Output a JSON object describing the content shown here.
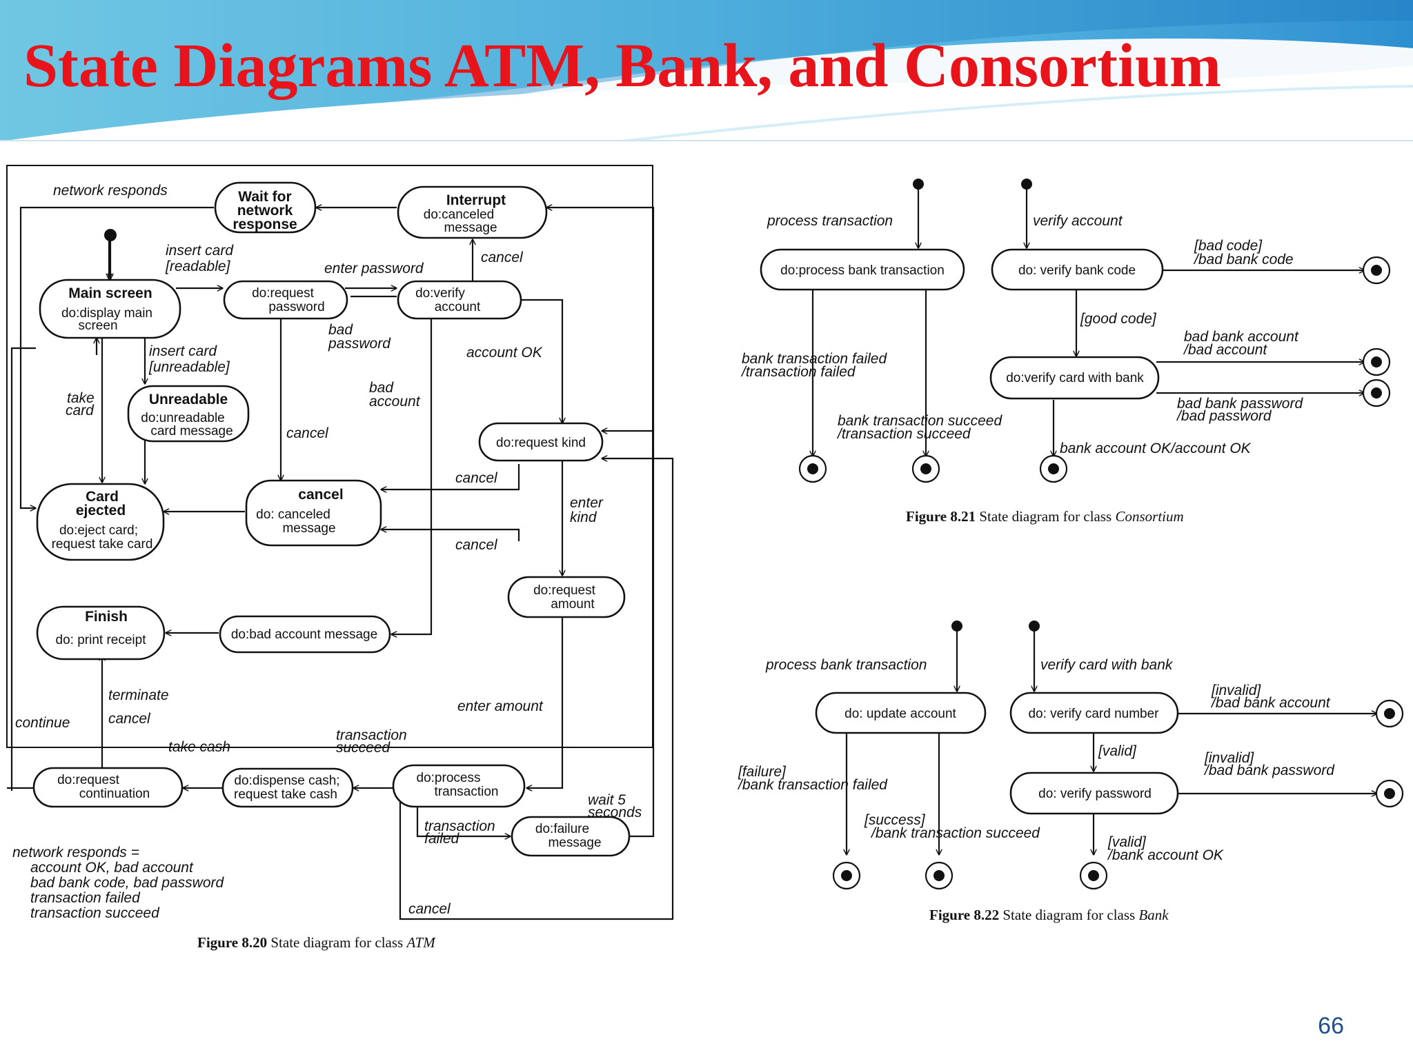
{
  "slide": {
    "title": "State Diagrams ATM, Bank, and Consortium",
    "page_number": "66",
    "accent_color": "#e8141b",
    "header_colors": [
      "#8fe3ef",
      "#3fa3d8",
      "#ffffff"
    ]
  },
  "atm": {
    "states": {
      "wait": [
        "Wait for",
        "network",
        "response"
      ],
      "interrupt": {
        "name": "Interrupt",
        "activity": [
          "do:canceled",
          "message"
        ]
      },
      "main": {
        "name": "Main screen",
        "activity": [
          "do:display main",
          "screen"
        ]
      },
      "req_pwd": [
        "do:request",
        "password"
      ],
      "verify_acc": [
        "do:verify",
        "account"
      ],
      "unreadable": {
        "name": "Unreadable",
        "activity": [
          "do:unreadable",
          "card message"
        ]
      },
      "req_kind": "do:request kind",
      "card_ejected": {
        "name": [
          "Card",
          "ejected"
        ],
        "activity": [
          "do:eject card;",
          "request take card"
        ]
      },
      "cancel": {
        "name": "cancel",
        "activity": [
          "do: canceled",
          "message"
        ]
      },
      "req_amount": [
        "do:request",
        "amount"
      ],
      "finish": {
        "name": "Finish",
        "activity": "do: print receipt"
      },
      "bad_acc": "do:bad account message",
      "req_cont": [
        "do:request",
        "continuation"
      ],
      "dispense": [
        "do:dispense cash;",
        "request take cash"
      ],
      "process": [
        "do:process",
        "transaction"
      ],
      "failure": [
        "do:failure",
        "message"
      ]
    },
    "labels": {
      "network_responds": "network responds",
      "insert_readable": [
        "insert card",
        "[readable]"
      ],
      "enter_password": "enter password",
      "cancel": "cancel",
      "bad_password": [
        "bad",
        "password"
      ],
      "insert_unreadable": [
        "insert card",
        "[unreadable]"
      ],
      "account_ok": "account OK",
      "take_card": [
        "take",
        "card"
      ],
      "bad_account": [
        "bad",
        "account"
      ],
      "enter_kind": [
        "enter",
        "kind"
      ],
      "terminate": "terminate",
      "continue": "continue",
      "enter_amount": "enter amount",
      "take_cash": "take cash",
      "transaction_succeed": [
        "transaction",
        "succeed"
      ],
      "wait_5": [
        "wait 5",
        "seconds"
      ],
      "transaction_failed": [
        "transaction",
        "failed"
      ]
    },
    "note": [
      "network responds =",
      "account OK, bad account",
      "bad bank code, bad password",
      "transaction failed",
      "transaction succeed"
    ],
    "caption": {
      "figure": "Figure 8.20",
      "text": "State diagram for class",
      "class_name": "ATM"
    }
  },
  "consortium": {
    "states": {
      "process": "do:process bank transaction",
      "verify_code": "do: verify bank code",
      "verify_card": "do:verify card with bank"
    },
    "labels": {
      "process_transaction": "process transaction",
      "verify_account": "verify account",
      "bad_code": [
        "[bad code]",
        "/bad bank code"
      ],
      "good_code": "[good code]",
      "bad_bank_account": [
        "bad bank account",
        "/bad account"
      ],
      "transaction_failed": [
        "bank transaction failed",
        "/transaction failed"
      ],
      "bad_bank_password": [
        "bad bank password",
        "/bad password"
      ],
      "transaction_succeed": [
        "bank transaction succeed",
        "/transaction succeed"
      ],
      "account_ok": "bank account OK/account OK"
    },
    "caption": {
      "figure": "Figure 8.21",
      "text": "State diagram for class",
      "class_name": "Consortium"
    }
  },
  "bank": {
    "states": {
      "update": "do: update account",
      "verify_card_number": "do: verify card number",
      "verify_password": "do: verify password"
    },
    "labels": {
      "process_bank_transaction": "process bank transaction",
      "verify_card_with_bank": "verify card with bank",
      "invalid_account": [
        "[invalid]",
        "/bad bank account"
      ],
      "valid": "[valid]",
      "invalid_password": [
        "[invalid]",
        "/bad bank password"
      ],
      "failure": [
        "[failure]",
        "/bank transaction failed"
      ],
      "success": [
        "[success]",
        "/bank transaction succeed"
      ],
      "valid_ok": [
        "[valid]",
        "/bank account OK"
      ]
    },
    "caption": {
      "figure": "Figure 8.22",
      "text": "State diagram for class",
      "class_name": "Bank"
    }
  }
}
